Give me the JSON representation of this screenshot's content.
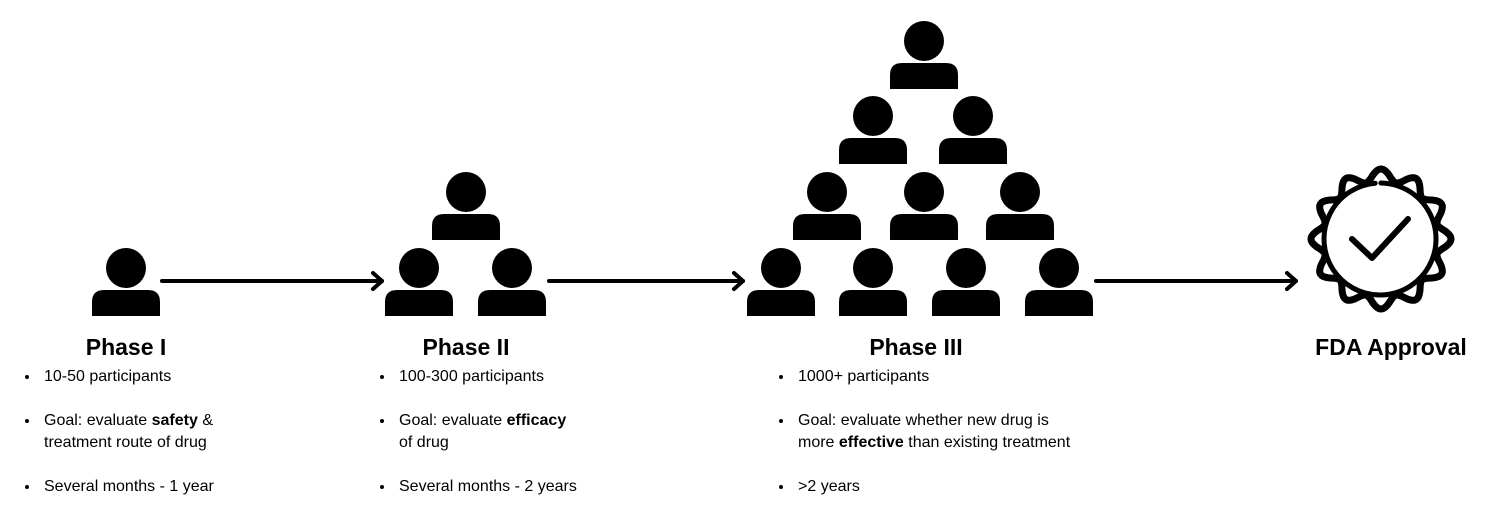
{
  "phases": [
    {
      "title": "Phase I",
      "participants": "10-50 participants",
      "goal": {
        "prefix": "Goal: evaluate ",
        "bold": "safety",
        "suffix_line1": " &",
        "line2": "treatment route of drug"
      },
      "duration": "Several months - 1 year"
    },
    {
      "title": "Phase II",
      "participants": "100-300 participants",
      "goal": {
        "prefix": "Goal: evaluate ",
        "bold": "efficacy",
        "suffix_line1": "",
        "line2": "of drug"
      },
      "duration": "Several months - 2 years"
    },
    {
      "title": "Phase III",
      "participants": "1000+ participants",
      "goal": {
        "line1": "Goal: evaluate whether new drug is",
        "prefix2": "more ",
        "bold": "effective",
        "suffix2": " than existing treatment"
      },
      "duration": ">2 years"
    }
  ],
  "approval": {
    "title": "FDA Approval",
    "icon": "check-badge-icon"
  },
  "people_counts": [
    1,
    3,
    10
  ],
  "icon_names": {
    "person": "person-icon",
    "arrow": "arrow-right-icon"
  },
  "colors": {
    "ink": "#000000",
    "background": "#ffffff"
  }
}
